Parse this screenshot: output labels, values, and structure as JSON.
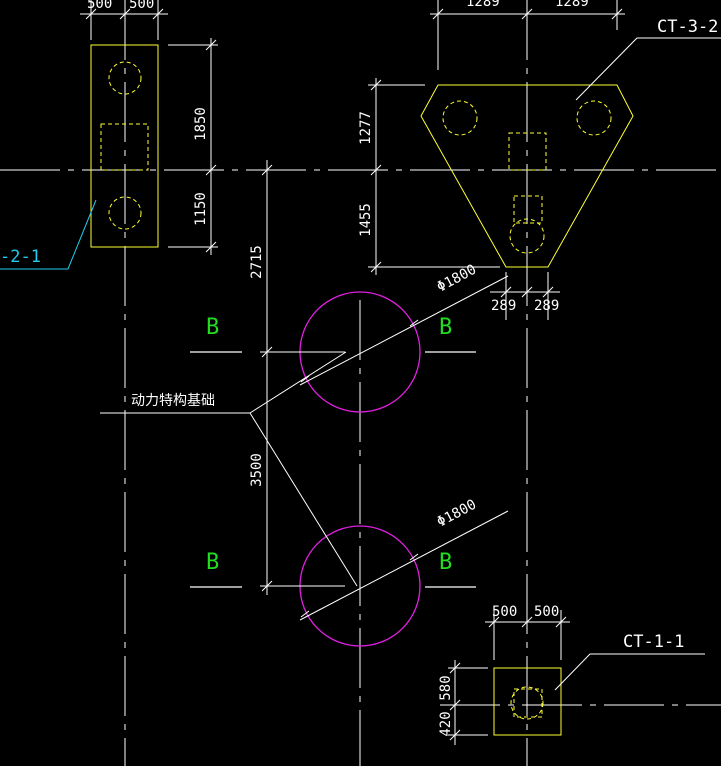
{
  "colors": {
    "background": "#000000",
    "linework": "#ffffff",
    "footing": "#ffff33",
    "pile": "#e020e0",
    "section": "#22dd22",
    "tag_leader": "#22ccee"
  },
  "dims": {
    "top_left_a": "500",
    "top_left_b": "500",
    "top_right_a": "1289",
    "top_right_b": "1289",
    "v_1850": "1850",
    "v_1150": "1150",
    "v_1277": "1277",
    "v_1455": "1455",
    "v_2715": "2715",
    "v_3500": "3500",
    "h_289a": "289",
    "h_289b": "289",
    "bottom_500a": "500",
    "bottom_500b": "500",
    "v_580": "580",
    "v_420": "420"
  },
  "diameters": {
    "pile_1": "Φ1800",
    "pile_2": "Φ1800"
  },
  "section_marks": {
    "upper_left": "B",
    "upper_right": "B",
    "lower_left": "B",
    "lower_right": "B"
  },
  "labels": {
    "tag_ct32": "CT-3-2",
    "tag_ct11": "CT-1-1",
    "tag_left": "-2-1",
    "foundation_note": "动力特构基础"
  }
}
